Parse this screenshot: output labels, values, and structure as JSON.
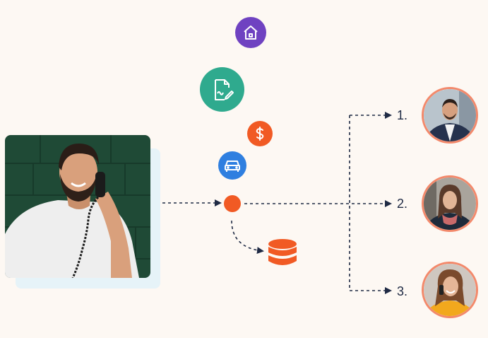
{
  "icons": [
    {
      "name": "home-icon",
      "color": "#6f42c1"
    },
    {
      "name": "document-sign-icon",
      "color": "#2faa8e"
    },
    {
      "name": "dollar-icon",
      "color": "#f15a24"
    },
    {
      "name": "car-icon",
      "color": "#2f7fe0"
    },
    {
      "name": "database-icon",
      "color": "#f15a24"
    }
  ],
  "routing_hub_color": "#f15a24",
  "agents": [
    {
      "rank": "1."
    },
    {
      "rank": "2."
    },
    {
      "rank": "3."
    }
  ],
  "colors": {
    "line": "#1f2a44",
    "avatar_border": "#f3896b",
    "background": "#fdf8f3"
  }
}
